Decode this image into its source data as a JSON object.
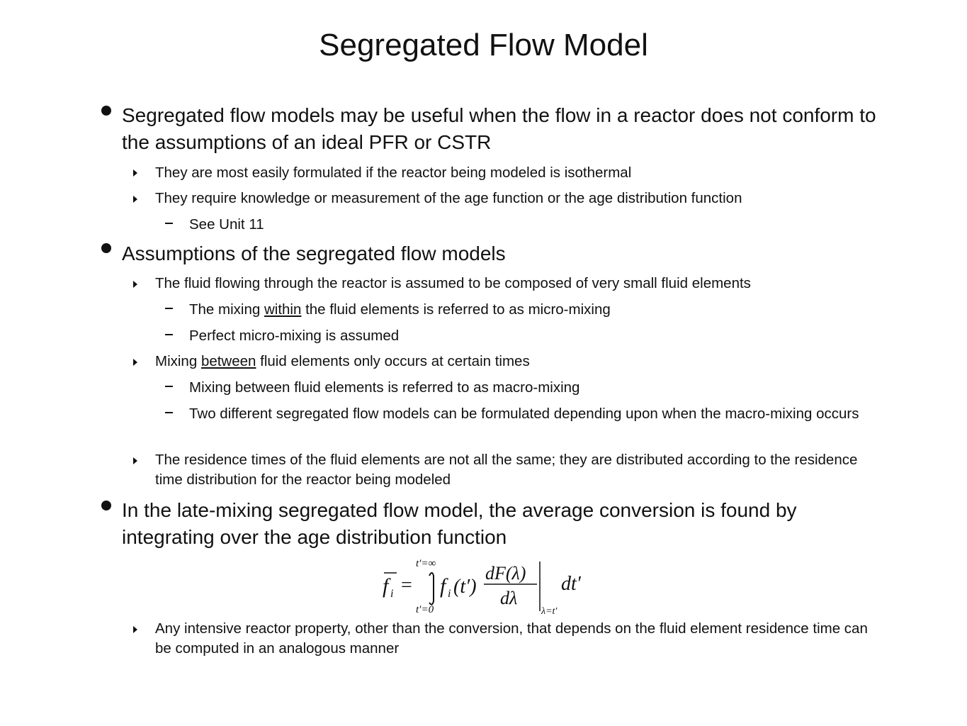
{
  "title": "Segregated Flow Model",
  "bullets": {
    "b1": {
      "text": "Segregated flow models may be useful when the flow in a reactor does not conform to the assumptions of an ideal PFR or CSTR",
      "s1": "They are most easily formulated if the reactor being modeled is isothermal",
      "s2": "They require knowledge or measurement of the age function or the age distribution function",
      "s2a": "See Unit 11"
    },
    "b2": {
      "text": "Assumptions of the segregated flow models",
      "s1": "The fluid flowing through the reactor is assumed to be composed of very small fluid elements",
      "s1a_pre": "The mixing ",
      "s1a_em": "within",
      "s1a_post": " the fluid elements is referred to as micro-mixing",
      "s1b": "Perfect micro-mixing is assumed",
      "s2_pre": "Mixing ",
      "s2_em": "between",
      "s2_post": " fluid elements only occurs at certain times",
      "s2a": "Mixing between fluid elements is referred to as macro-mixing",
      "s2b": "Two different segregated flow models can be formulated depending upon when the macro-mixing occurs",
      "s3": "The residence times of the fluid elements are not all the same; they are distributed according to the residence time distribution for the reactor being modeled"
    },
    "b3": {
      "text": "In the late-mixing segregated flow model, the average conversion is found by integrating over the age distribution function",
      "s1": "Any intensive reactor property, other than the conversion, that depends on the fluid element residence time can be computed in an analogous manner"
    }
  },
  "equation": {
    "lhs": "f",
    "lhs_sub": "i",
    "equals": "=",
    "upper_limit": "t′=∞",
    "lower_limit": "t′=0",
    "integrand_f": "f",
    "integrand_sub": "i",
    "integrand_arg": "(t′)",
    "numerator": "dF(λ)",
    "denominator": "dλ",
    "eval_at": "λ=t′",
    "differential": "dt′"
  }
}
